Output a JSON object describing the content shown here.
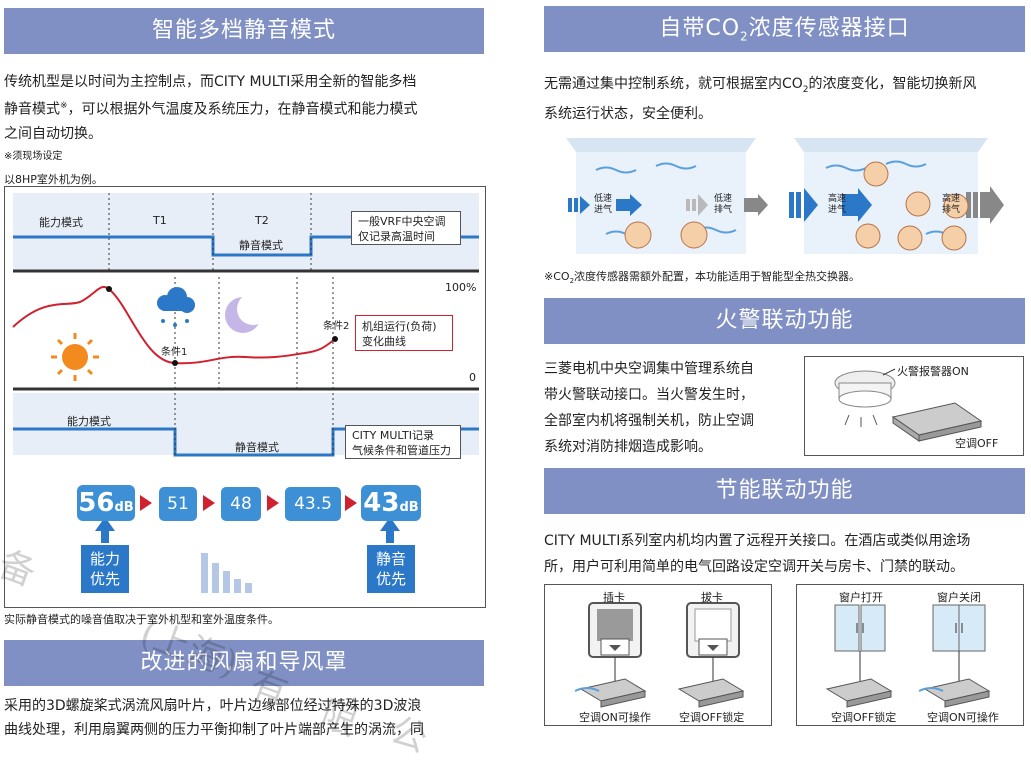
{
  "left": {
    "quiet_mode": {
      "header": "智能多档静音模式",
      "paragraph": [
        "传统机型是以时间为主控制点，而CITY MULTI采用全新的智能多档",
        "静音模式",
        "※",
        "，可以根据外气温度及系统压力，在静音模式和能力模式",
        "之间自动切换。"
      ],
      "note_site": "※须现场设定",
      "example": "以8HP室外机为例。",
      "diagram": {
        "top_row_label": "能力模式",
        "t1": "T1",
        "t2": "T2",
        "t2_sub": "静音模式",
        "vrf_note": [
          "一般VRF中央空调",
          "仅记录高温时间"
        ],
        "pct_100": "100%",
        "pct_0": "0",
        "condition1": "条件1",
        "condition2": "条件2",
        "load_curve_note": [
          "机组运行(负荷)",
          "变化曲线"
        ],
        "bottom_row_label": "能力模式",
        "bottom_quiet_label": "静音模式",
        "city_multi_note": [
          "CITY MULTI记录",
          "气候条件和管道压力"
        ],
        "db_start_value": "56",
        "db_start_unit": "dB",
        "steps": [
          "51",
          "48",
          "43.5"
        ],
        "db_end_value": "43",
        "db_end_unit": "dB",
        "badge_left": [
          "能力",
          "优先"
        ],
        "badge_right": [
          "静音",
          "优先"
        ]
      },
      "footnote": "实际静音模式的噪音值取决于室外机型和室外温度条件。"
    },
    "fan": {
      "header": "改进的风扇和导风罩",
      "paragraph": [
        "采用的3D螺旋桨式涡流风扇叶片，叶片边缘部位经过特殊的3D波浪",
        "曲线处理，利用扇翼两侧的压力平衡抑制了叶片端部产生的涡流，同"
      ]
    }
  },
  "right": {
    "co2": {
      "header_pre": "自带CO",
      "header_sub": "2",
      "header_post": "浓度传感器接口",
      "paragraph": [
        "无需通过集中控制系统，就可根据室内CO",
        "2",
        "的浓度变化，智能切换新风",
        "系统运行状态，安全便利。"
      ],
      "left_in": [
        "低速",
        "进气"
      ],
      "left_out": [
        "低速",
        "排气"
      ],
      "right_in": [
        "高速",
        "进气"
      ],
      "right_out": [
        "高速",
        "排气"
      ],
      "note_pre": "※CO",
      "note_sub": "2",
      "note_post": "浓度传感器需额外配置，本功能适用于智能型全热交换器。"
    },
    "fire": {
      "header": "火警联动功能",
      "paragraph": [
        "三菱电机中央空调集中管理系统自",
        "带火警联动接口。当火警发生时，",
        "全部室内机将强制关机，防止空调",
        "系统对消防排烟造成影响。"
      ],
      "alarm_label": "火警报警器ON",
      "ac_off_label": "空调OFF"
    },
    "energy": {
      "header": "节能联动功能",
      "paragraph": [
        "CITY MULTI系列室内机均内置了远程开关接口。在酒店或类似用途场",
        "所，用户可利用简单的电气回路设定空调开关与房卡、门禁的联动。"
      ],
      "card_insert": "插卡",
      "card_remove": "拔卡",
      "window_open": "窗户打开",
      "window_close": "窗户关闭",
      "label_on": "空调ON可操作",
      "label_off_lock": "空调OFF锁定",
      "label_off_lock2": "空调OFF锁定",
      "label_on2": "空调ON可操作"
    }
  },
  "watermark": {
    "chars": [
      "备",
      "(上海)",
      "有",
      "限",
      "公"
    ]
  },
  "colors": {
    "header_bg": "#8090c4",
    "blue": "#3d8fd6",
    "red": "#d0212f"
  }
}
